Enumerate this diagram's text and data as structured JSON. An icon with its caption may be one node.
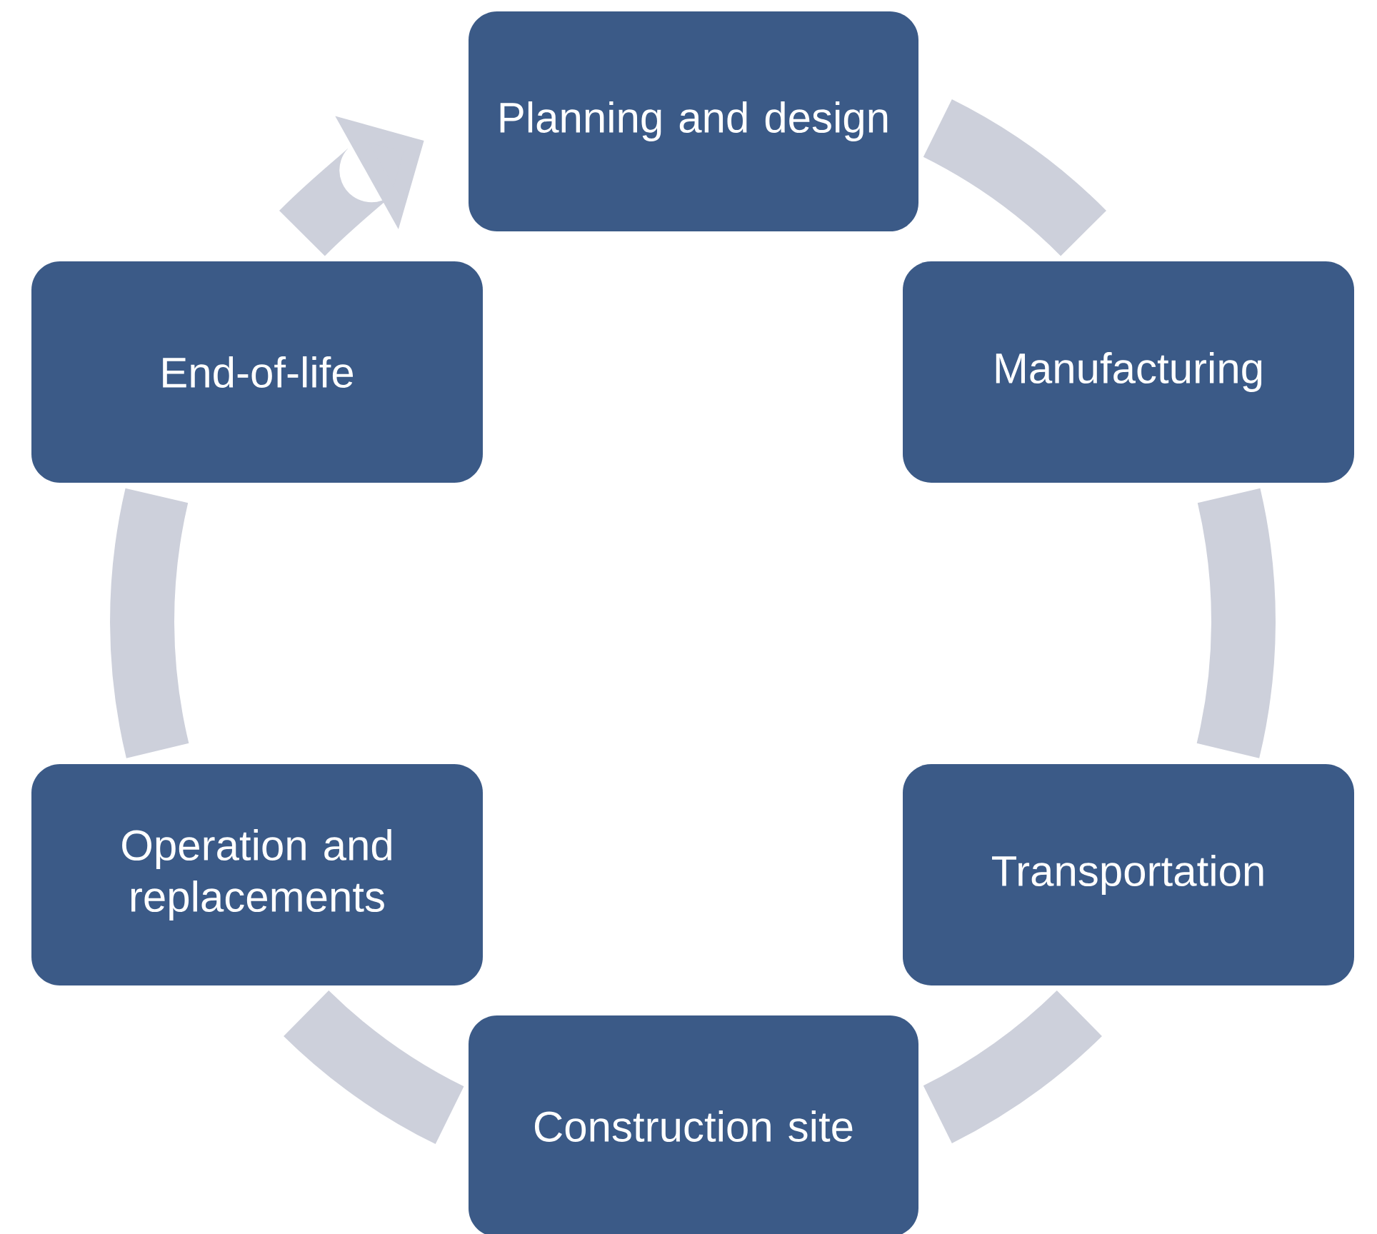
{
  "diagram": {
    "nodes": [
      {
        "text": [
          "Planning and design"
        ]
      },
      {
        "text": [
          "Manufacturing"
        ]
      },
      {
        "text": [
          "Transportation"
        ]
      },
      {
        "text": [
          "Construction site"
        ]
      },
      {
        "text": [
          "Operation and replacements"
        ]
      },
      {
        "text": [
          "End-of-life"
        ]
      }
    ],
    "edges": [
      {
        "from": 0,
        "to": 1,
        "arrow": "none"
      },
      {
        "from": 1,
        "to": 2,
        "arrow": "none"
      },
      {
        "from": 2,
        "to": 3,
        "arrow": "none"
      },
      {
        "from": 3,
        "to": 4,
        "arrow": "none"
      },
      {
        "from": 4,
        "to": 5,
        "arrow": "none"
      },
      {
        "from": 5,
        "to": 0,
        "arrow": "to"
      }
    ]
  }
}
